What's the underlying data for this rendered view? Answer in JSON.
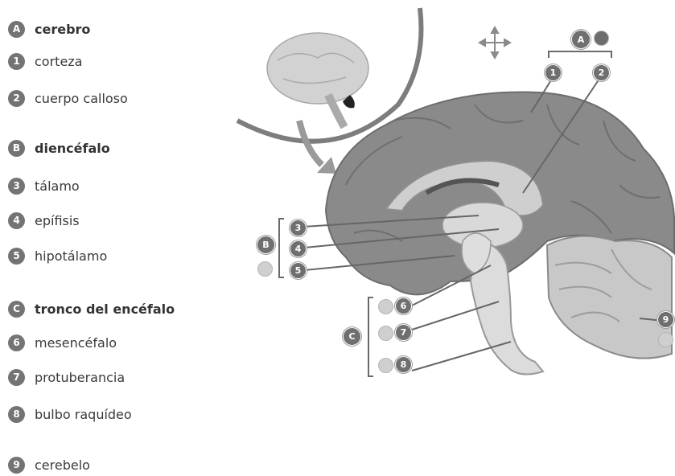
{
  "legend": {
    "A": {
      "marker": "A",
      "label": "cerebro"
    },
    "i1": {
      "marker": "1",
      "label": "corteza"
    },
    "i2": {
      "marker": "2",
      "label": "cuerpo calloso"
    },
    "B": {
      "marker": "B",
      "label": "diencéfalo"
    },
    "i3": {
      "marker": "3",
      "label": "tálamo"
    },
    "i4": {
      "marker": "4",
      "label": "epífisis"
    },
    "i5": {
      "marker": "5",
      "label": "hipotálamo"
    },
    "C": {
      "marker": "C",
      "label": "tronco del encéfalo"
    },
    "i6": {
      "marker": "6",
      "label": "mesencéfalo"
    },
    "i7": {
      "marker": "7",
      "label": "protuberancia"
    },
    "i8": {
      "marker": "8",
      "label": "bulbo raquídeo"
    },
    "i9": {
      "marker": "9",
      "label": "cerebelo"
    }
  },
  "callouts": {
    "A": "A",
    "n1": "1",
    "n2": "2",
    "B": "B",
    "n3": "3",
    "n4": "4",
    "n5": "5",
    "C": "C",
    "n6": "6",
    "n7": "7",
    "n8": "8",
    "n9": "9"
  },
  "colors": {
    "badge": "#747474",
    "brain_gray": "#8d8d8d",
    "brain_light": "#d6d6d6",
    "slot": "#cfcfcf"
  },
  "icons": [
    "move-cross-icon",
    "brain-thumbnail-icon",
    "zoom-arrow-icon"
  ]
}
